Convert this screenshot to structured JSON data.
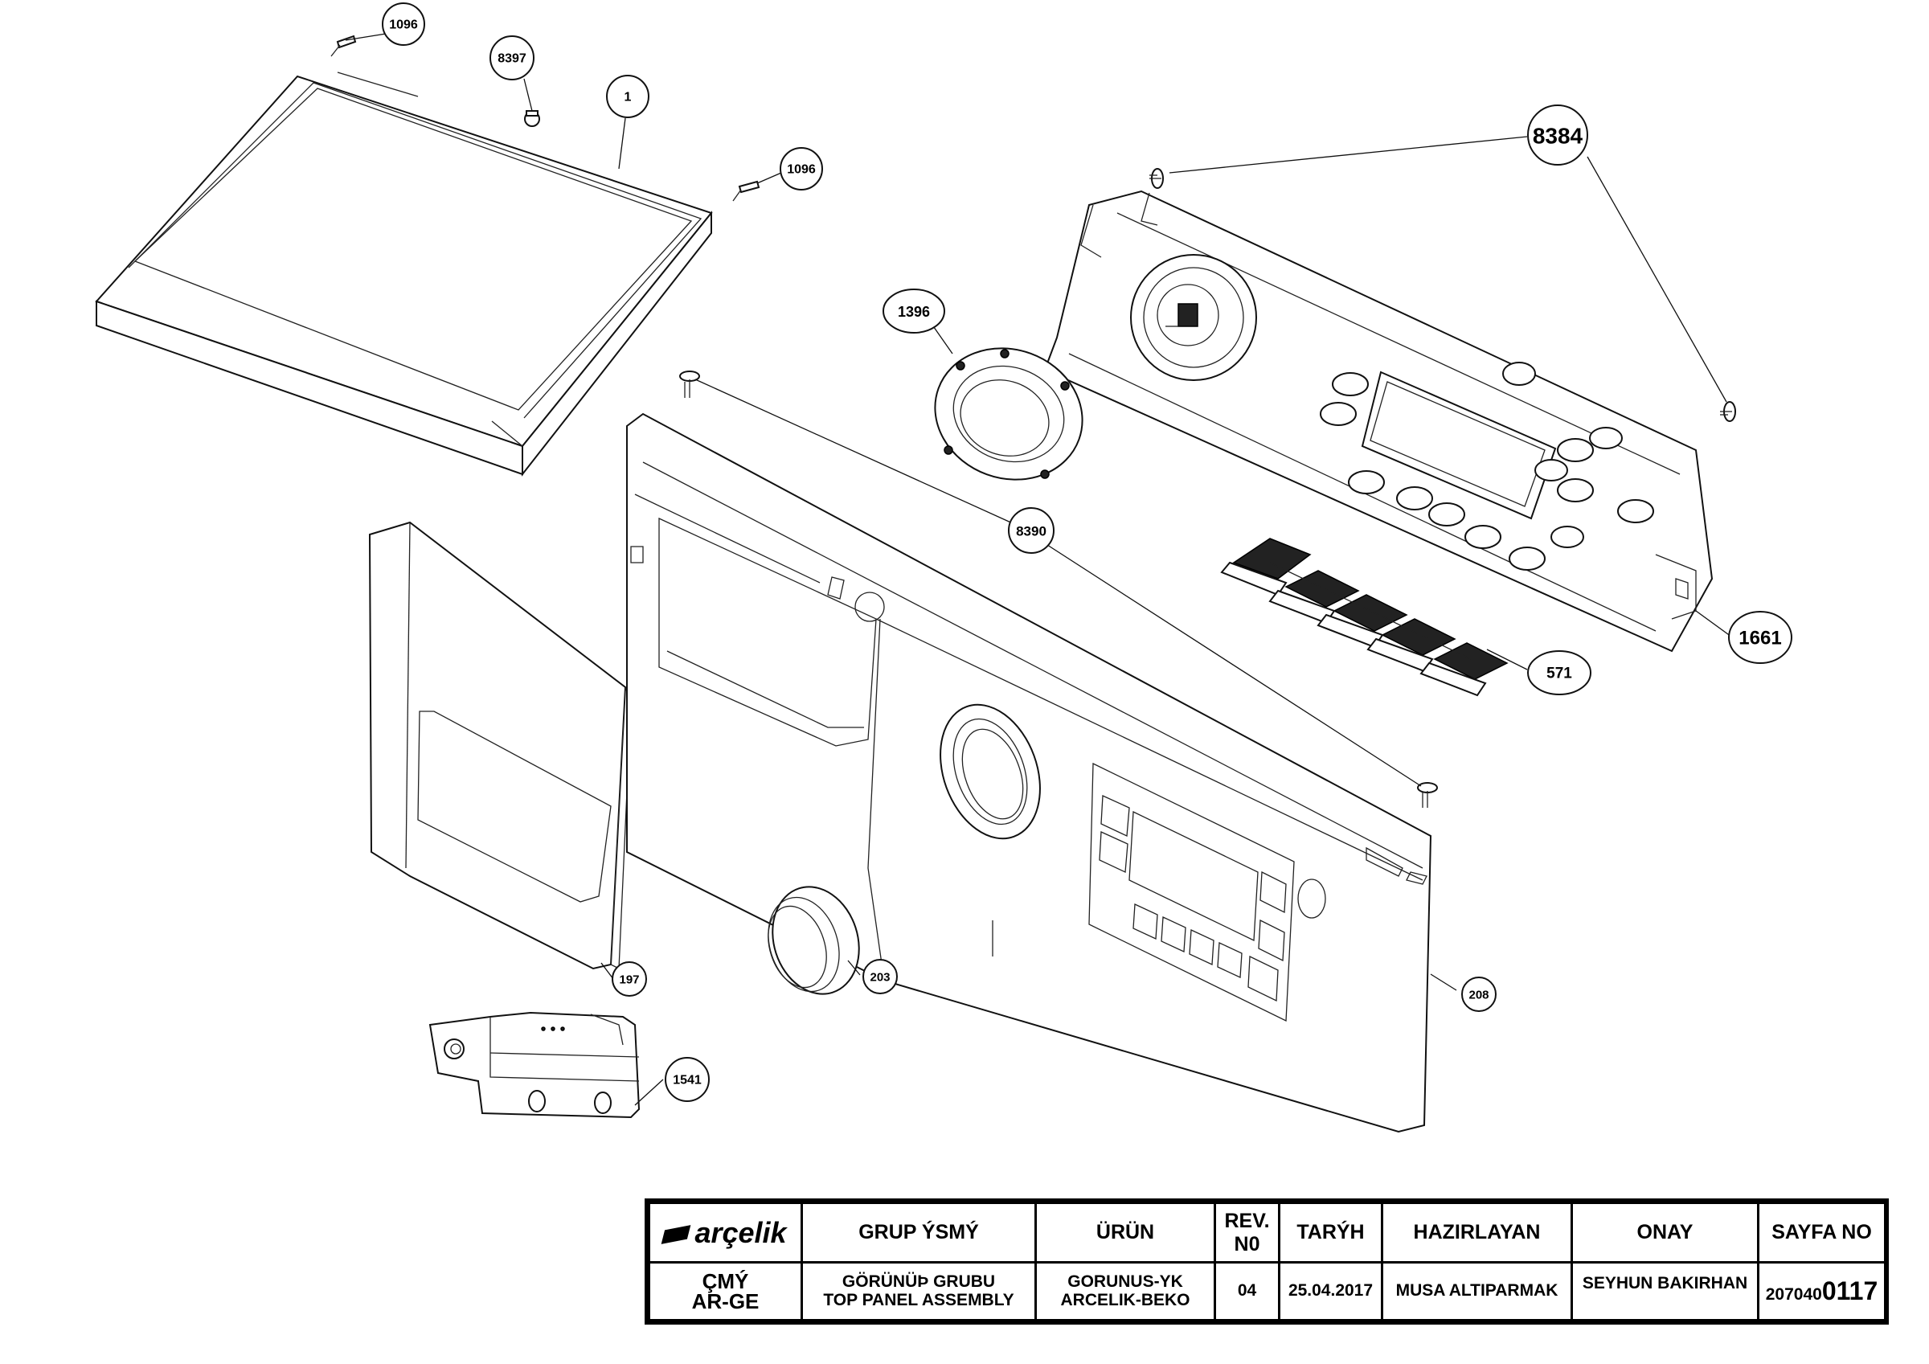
{
  "callouts": {
    "c1096a": "1096",
    "c8397": "8397",
    "c1": "1",
    "c1096b": "1096",
    "c8384": "8384",
    "c1396": "1396",
    "c8390": "8390",
    "c1661": "1661",
    "c571": "571",
    "c197": "197",
    "c203": "203",
    "c208": "208",
    "c1541": "1541"
  },
  "title_block": {
    "logo": "arçelik",
    "headers": {
      "grup_ismi": "GRUP ÝSMÝ",
      "urun": "ÜRÜN",
      "rev_no_line1": "REV.",
      "rev_no_line2": "N0",
      "tarih": "TARÝH",
      "hazirlayan": "HAZIRLAYAN",
      "onay": "ONAY",
      "sayfa_no": "SAYFA NO"
    },
    "values": {
      "dept_line1": "ÇMÝ",
      "dept_line2": "AR-GE",
      "group_line1": "GÖRÜNÜÞ GRUBU",
      "group_line2": "TOP PANEL ASSEMBLY",
      "product_line1": "GORUNUS-YK",
      "product_line2": "ARCELIK-BEKO",
      "rev": "04",
      "date": "25.04.2017",
      "prepared_by": "MUSA ALTIPARMAK",
      "approved_by": "SEYHUN BAKIRHAN",
      "page_prefix": "207040",
      "page_suffix": "0117"
    }
  }
}
